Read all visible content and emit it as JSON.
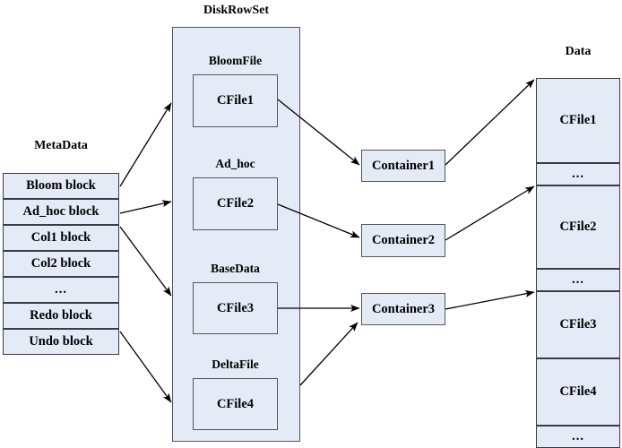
{
  "diagram": {
    "title_metadata": "MetaData",
    "title_diskrowset": "DiskRowSet",
    "title_data": "Data",
    "colors": {
      "box_fill": "#e4ebf7",
      "box_stroke": "#55555f",
      "edge": "#000000",
      "background": "#ffffff"
    }
  },
  "metadata": {
    "label": "MetaData",
    "rows": [
      {
        "label": "Bloom block"
      },
      {
        "label": "Ad_hoc block"
      },
      {
        "label": "Col1 block"
      },
      {
        "label": "Col2 block"
      },
      {
        "label": "..."
      },
      {
        "label": "Redo block"
      },
      {
        "label": "Undo block"
      }
    ]
  },
  "diskrowset": {
    "label": "DiskRowSet",
    "sections": [
      {
        "title": "BloomFile",
        "file": "CFile1"
      },
      {
        "title": "Ad_hoc",
        "file": "CFile2"
      },
      {
        "title": "BaseData",
        "file": "CFile3"
      },
      {
        "title": "DeltaFile",
        "file": "CFile4"
      }
    ]
  },
  "containers": [
    {
      "label": "Container1"
    },
    {
      "label": "Container2"
    },
    {
      "label": "Container3"
    }
  ],
  "data_column": {
    "label": "Data",
    "rows": [
      {
        "label": "CFile1"
      },
      {
        "label": "..."
      },
      {
        "label": "CFile2"
      },
      {
        "label": "..."
      },
      {
        "label": "CFile3"
      },
      {
        "label": "CFile4"
      },
      {
        "label": "..."
      }
    ]
  }
}
